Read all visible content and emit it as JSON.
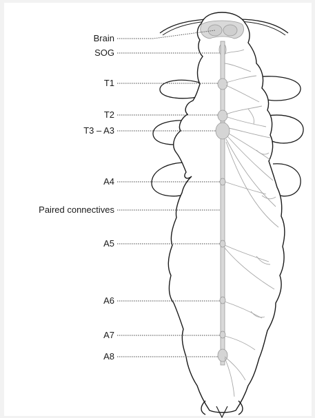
{
  "labels": {
    "brain": "Brain",
    "sog": "SOG",
    "t1": "T1",
    "t2": "T2",
    "t3_a3": "T3 – A3",
    "a4": "A4",
    "paired_connectives": "Paired connectives",
    "a5": "A5",
    "a6": "A6",
    "a7": "A7",
    "a8": "A8"
  },
  "colors": {
    "outline": "#1a1a1a",
    "nerve_fill": "#d9d9d9",
    "nerve_stroke": "#9a9a9a",
    "leader": "#444444"
  }
}
